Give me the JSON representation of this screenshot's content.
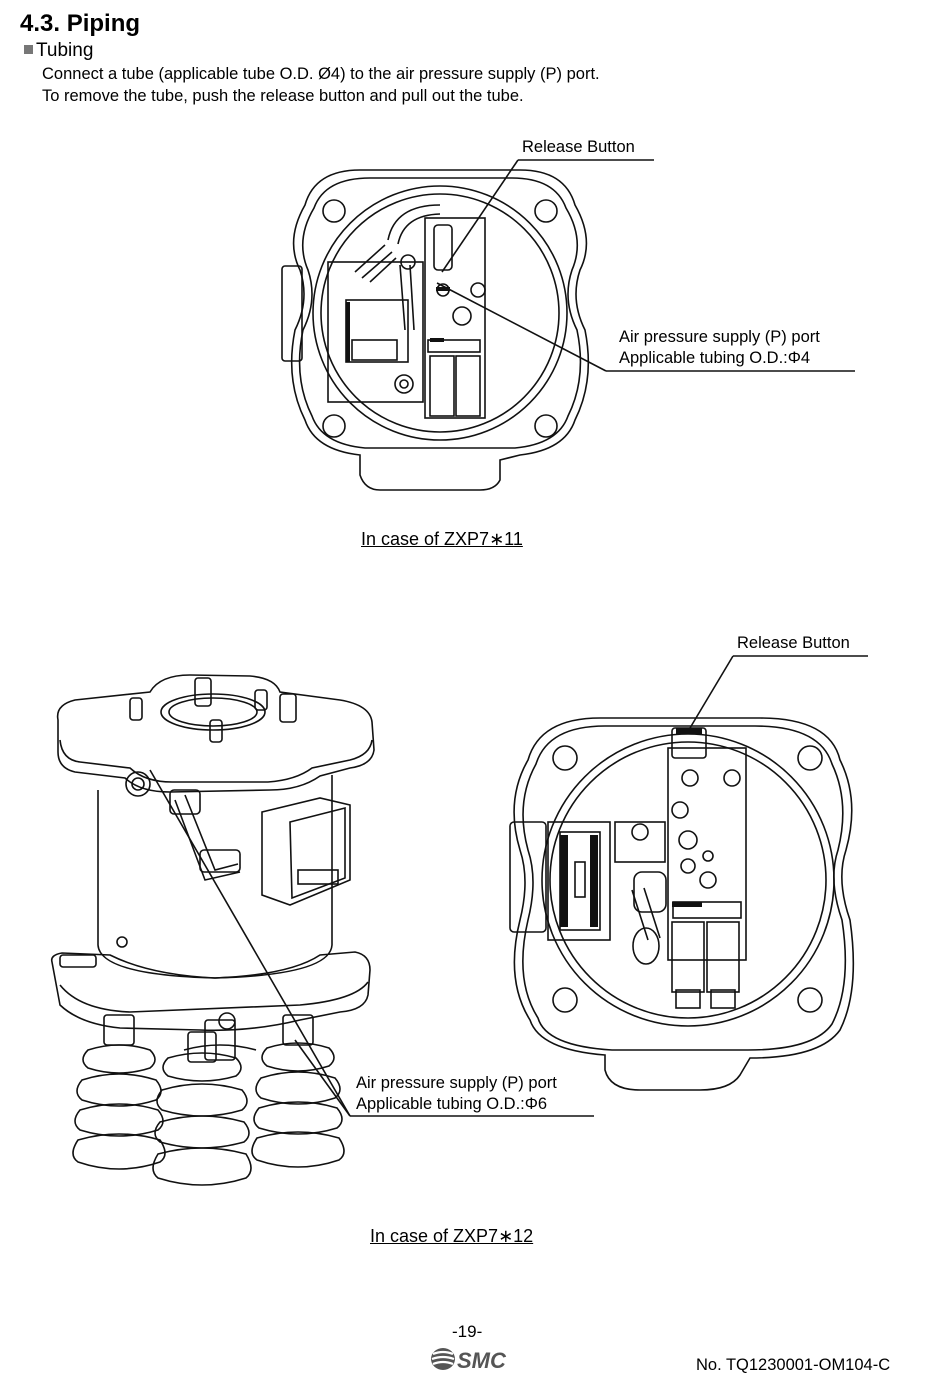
{
  "section": {
    "title": "4.3. Piping",
    "subtitle": "Tubing",
    "lines": [
      "Connect a tube (applicable tube O.D. Ø4) to the air pressure supply (P) port.",
      "To remove the tube, push the release button and pull out the tube."
    ]
  },
  "figure1": {
    "release_label": "Release Button",
    "port_label_line1": "Air pressure supply (P) port",
    "port_label_line2": "Applicable tubing O.D.:Φ4",
    "caption": "In case of ZXP7∗11"
  },
  "figure2": {
    "release_label": "Release Button",
    "port_label_line1": "Air pressure supply (P) port",
    "port_label_line2": "Applicable tubing O.D.:Φ6",
    "caption": "In case of ZXP7∗12"
  },
  "footer": {
    "page": "-19-",
    "logo_text": "SMC",
    "doc_number": "No.  TQ1230001-OM104-C"
  }
}
